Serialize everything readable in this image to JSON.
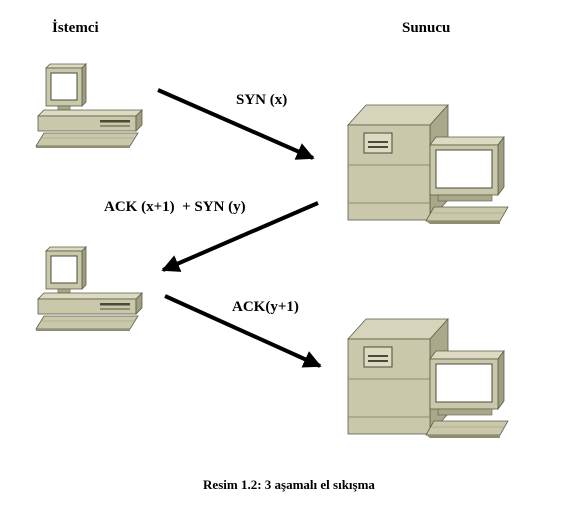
{
  "headings": {
    "client": "İstemci",
    "server": "Sunucu"
  },
  "messages": {
    "syn": "SYN (x)",
    "ack_syn": "ACK (x+1)  + SYN (y)",
    "ack": "ACK(y+1)"
  },
  "caption": "Resim 1.2: 3 aşamalı el sıkışma",
  "icons": {
    "client": "desktop-computer-icon",
    "server": "server-tower-icon"
  },
  "colors": {
    "device_fill": "#c9c8ab",
    "device_shade": "#a9a88a",
    "device_dark": "#8f8e73",
    "screen": "#ffffff",
    "arrow": "#000000"
  }
}
